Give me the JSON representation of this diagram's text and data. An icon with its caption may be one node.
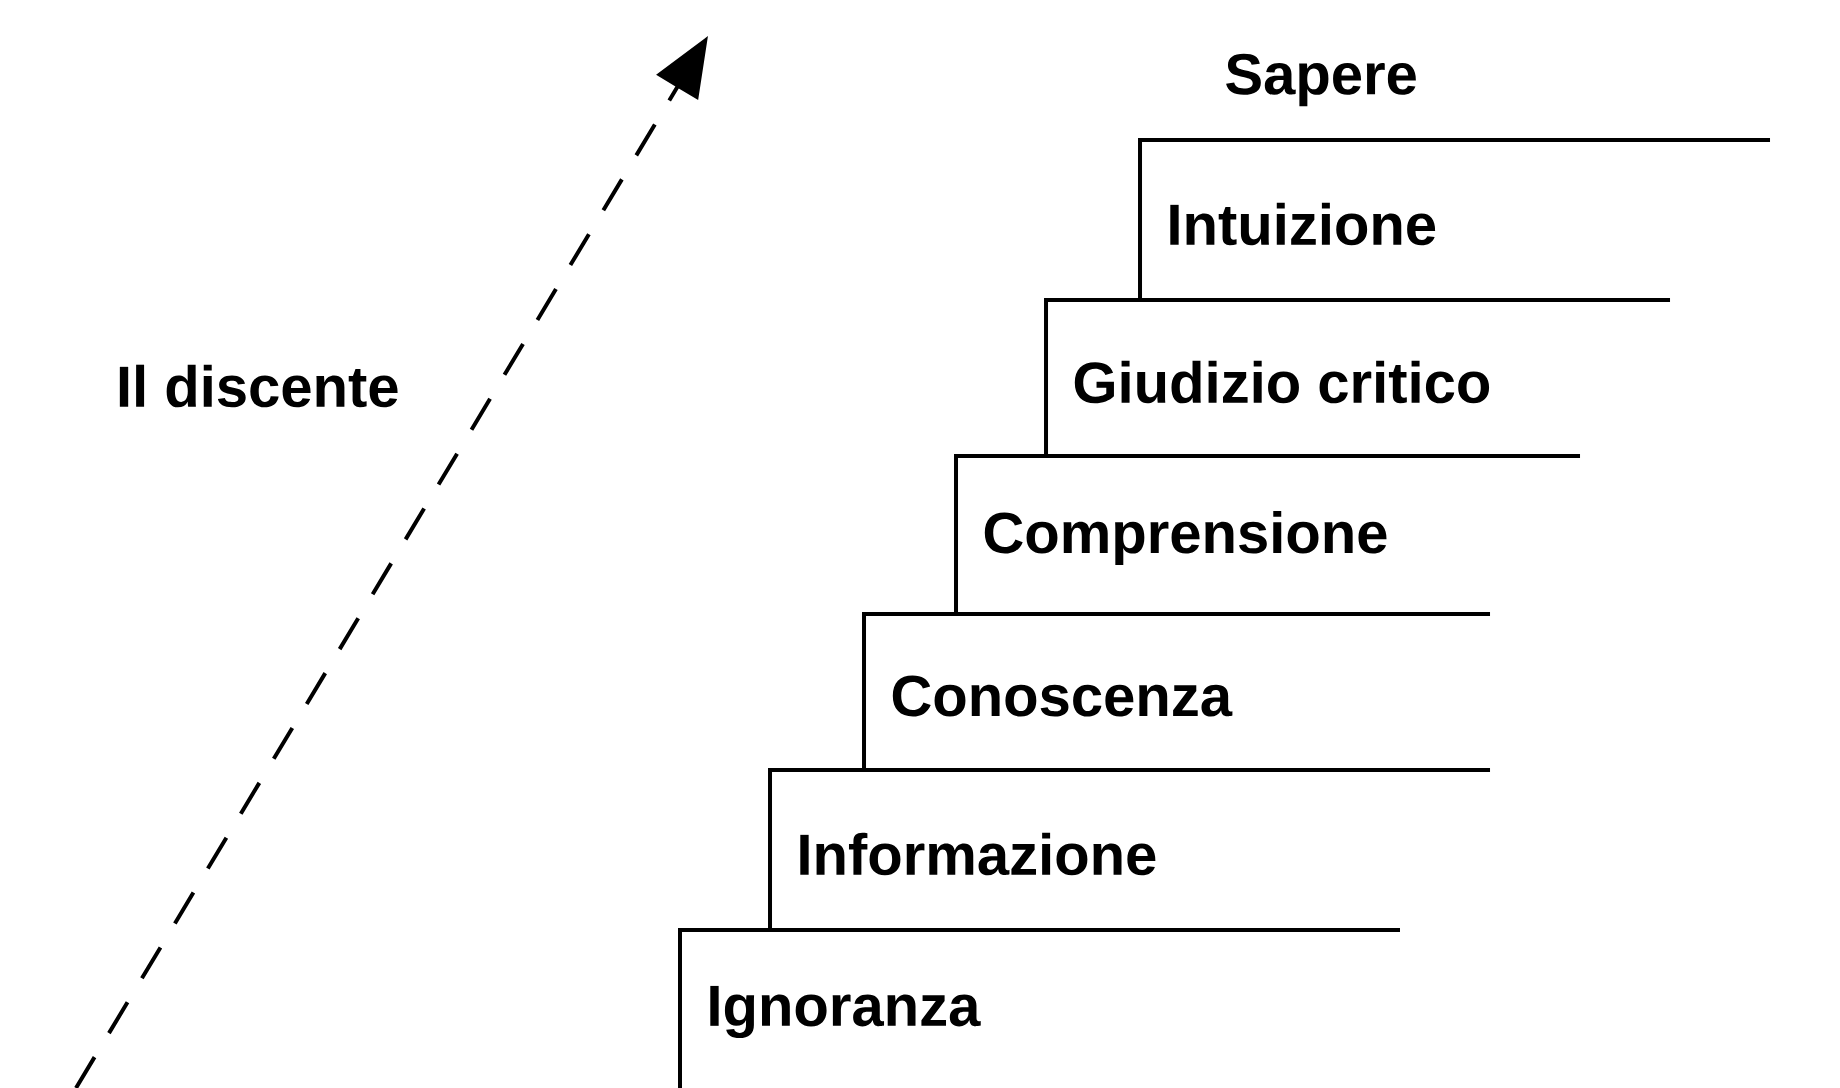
{
  "diagram": {
    "nodes": [
      {
        "text": [
          "Intuizione"
        ]
      },
      {
        "text": [
          "Giudizio critico"
        ]
      },
      {
        "text": [
          "Comprensione"
        ]
      },
      {
        "text": [
          "Conoscenza"
        ]
      },
      {
        "text": [
          "Informazione"
        ]
      },
      {
        "text": [
          "Ignoranza"
        ]
      }
    ],
    "labels": [
      "Sapere",
      "Il discente"
    ]
  }
}
